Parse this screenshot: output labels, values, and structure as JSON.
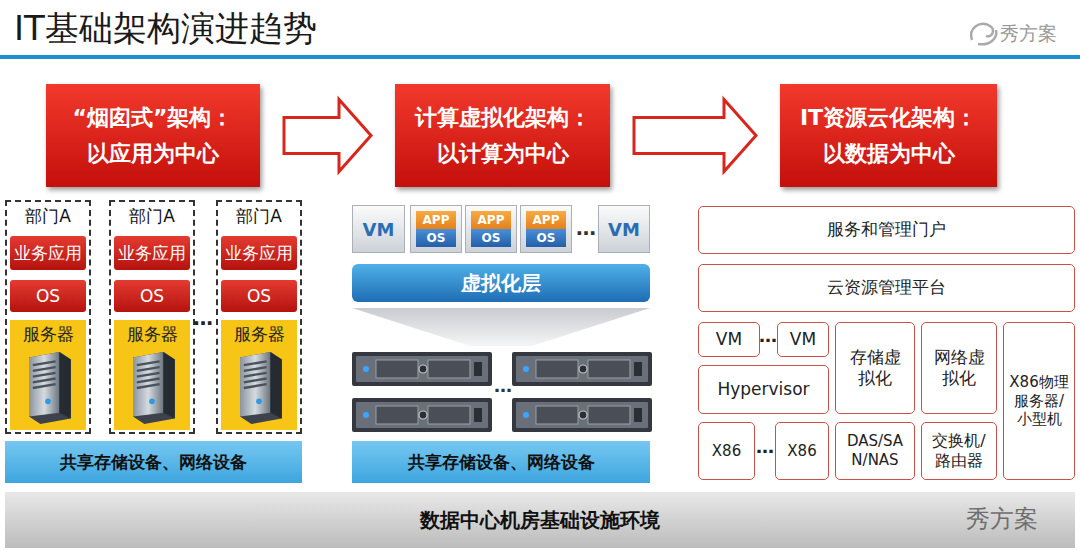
{
  "diagram": {
    "title": "IT基础架构演进趋势",
    "nodes": [
      {
        "text": [
          "“烟囱式”架构： 以应用为中心"
        ]
      },
      {
        "text": [
          "计算虚拟化架构： 以计算为中心"
        ]
      },
      {
        "text": [
          "IT资源云化架构： 以数据为中心"
        ]
      },
      {
        "text": [
          "部门A"
        ]
      },
      {
        "text": [
          "业务应用"
        ],
        "in": 3
      },
      {
        "text": [
          "OS"
        ],
        "in": 3
      },
      {
        "text": [
          "服务器"
        ],
        "in": 3
      },
      {
        "text": [
          "部门A"
        ]
      },
      {
        "text": [
          "业务应用"
        ],
        "in": 7
      },
      {
        "text": [
          "OS"
        ],
        "in": 7
      },
      {
        "text": [
          "服务器"
        ],
        "in": 7
      },
      {
        "text": [
          "部门A"
        ]
      },
      {
        "text": [
          "业务应用"
        ],
        "in": 11
      },
      {
        "text": [
          "OS"
        ],
        "in": 11
      },
      {
        "text": [
          "服务器"
        ],
        "in": 11
      },
      {
        "text": [
          "共享存储设备、网络设备"
        ]
      },
      {
        "text": [
          "VM"
        ]
      },
      {
        "text": [
          "APP",
          "OS"
        ]
      },
      {
        "text": [
          "APP",
          "OS"
        ]
      },
      {
        "text": [
          "APP",
          "OS"
        ]
      },
      {
        "text": [
          "VM"
        ]
      },
      {
        "text": [
          "虚拟化层"
        ]
      },
      {
        "text": [
          "共享存储设备、网络设备"
        ]
      },
      {
        "text": [
          "服务和管理门户"
        ]
      },
      {
        "text": [
          "云资源管理平台"
        ]
      },
      {
        "text": [
          "VM"
        ]
      },
      {
        "text": [
          "VM"
        ]
      },
      {
        "text": [
          "Hypervisor"
        ]
      },
      {
        "text": [
          "存储虚拟化"
        ]
      },
      {
        "text": [
          "网络虚拟化"
        ]
      },
      {
        "text": [
          "X86物理服务器/小型机"
        ]
      },
      {
        "text": [
          "X86"
        ]
      },
      {
        "text": [
          "X86"
        ]
      },
      {
        "text": [
          "DAS/SAN/NAS"
        ]
      },
      {
        "text": [
          "交换机/路由器"
        ]
      },
      {
        "text": [
          "数据中心机房基础设施环境"
        ]
      }
    ],
    "edges": [
      {
        "from": 0,
        "to": 1,
        "arrow": "to"
      },
      {
        "from": 1,
        "to": 2,
        "arrow": "to"
      }
    ],
    "labels": [
      "秀方案",
      "…",
      "…",
      "…",
      "…",
      "…",
      "秀方案"
    ]
  }
}
